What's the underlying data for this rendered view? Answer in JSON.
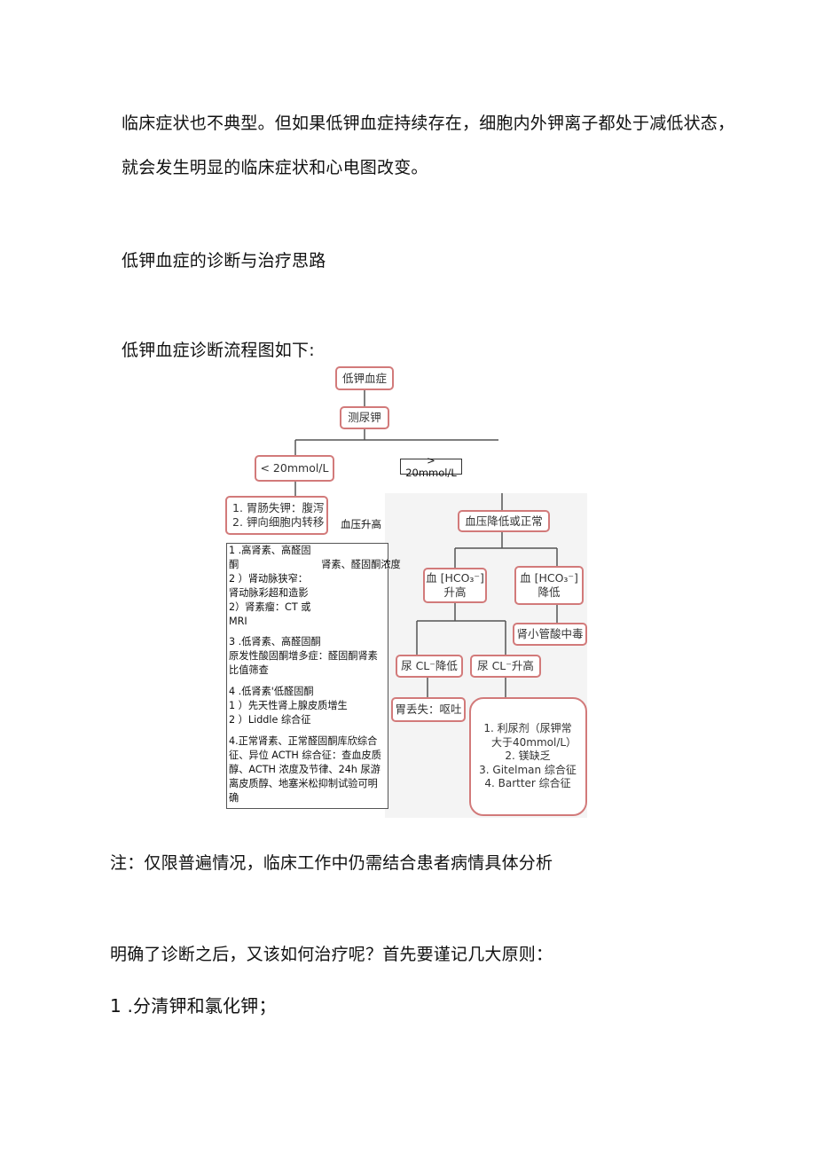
{
  "paragraphs": {
    "line1": "临床症状也不典型。但如果低钾血症持续存在，细胞内外钾离子都处于减低状态，",
    "line2": "就会发生明显的临床症状和心电图改变。",
    "section_heading": "低钾血症的诊断与治疗思路",
    "flowchart_intro": "低钾血症诊断流程图如下:",
    "note": "注：仅限普遍情况，临床工作中仍需结合患者病情具体分析",
    "treatment_intro": "明确了诊断之后，又该如何治疗呢？首先要谨记几大原则：",
    "principle_1": "1 .分清钾和氯化钾；"
  },
  "flowchart": {
    "root": "低钾血症",
    "test": "测尿钾",
    "low_branch": "< 20mmol/L",
    "high_branch": "> 20mmol/L",
    "low_causes": [
      "1. 胃肠失钾：腹泻",
      "2. 钾向细胞内转移"
    ],
    "bp_high_label": "血压升高",
    "bp_high_details": {
      "l1": "1 .高肾素、高醛固",
      "l2a": "酮",
      "l2b": "肾素、醛固酮浓度",
      "l3": "2 ）肾动脉狭窄：",
      "l4": "肾动脉彩超和造影",
      "l5": "2）肾素瘤：CT 或",
      "l6": "MRI",
      "l7": "3 .低肾素、高醛固酮",
      "l8": "原发性酸固酮增多症：醛固酮肾素",
      "l9": "比值筛查",
      "l10": "4 .低肾素'低醛固酮",
      "l11": "1 ）先天性肾上腺皮质增生",
      "l12": "2 ）Liddle 综合征",
      "l13": "4.正常肾素、正常醛固酮库欣综合",
      "l14": "征、异位 ACTH 综合征：查血皮质",
      "l15": "醇、ACTH 浓度及节律、24h 尿游",
      "l16": "离皮质醇、地塞米松抑制试验可明",
      "l17": "确"
    },
    "bp_low": "血压降低或正常",
    "hco3_high": [
      "血 [HCO₃⁻]",
      "升高"
    ],
    "hco3_low": [
      "血 [HCO₃⁻]",
      "降低"
    ],
    "rta": "肾小管酸中毒",
    "urine_cl_low": "尿 CL⁻降低",
    "urine_cl_high": "尿 CL⁻升高",
    "gastric_loss": "胃丢失：呕吐",
    "cl_high_causes": [
      "1. 利尿剂（尿钾常",
      "大于40mmol/L）",
      "2. 镁缺乏",
      "3. Gitelman 综合征",
      "4. Bartter 综合征"
    ]
  },
  "colors": {
    "box_border": "#d27a7a",
    "line": "#555555"
  }
}
